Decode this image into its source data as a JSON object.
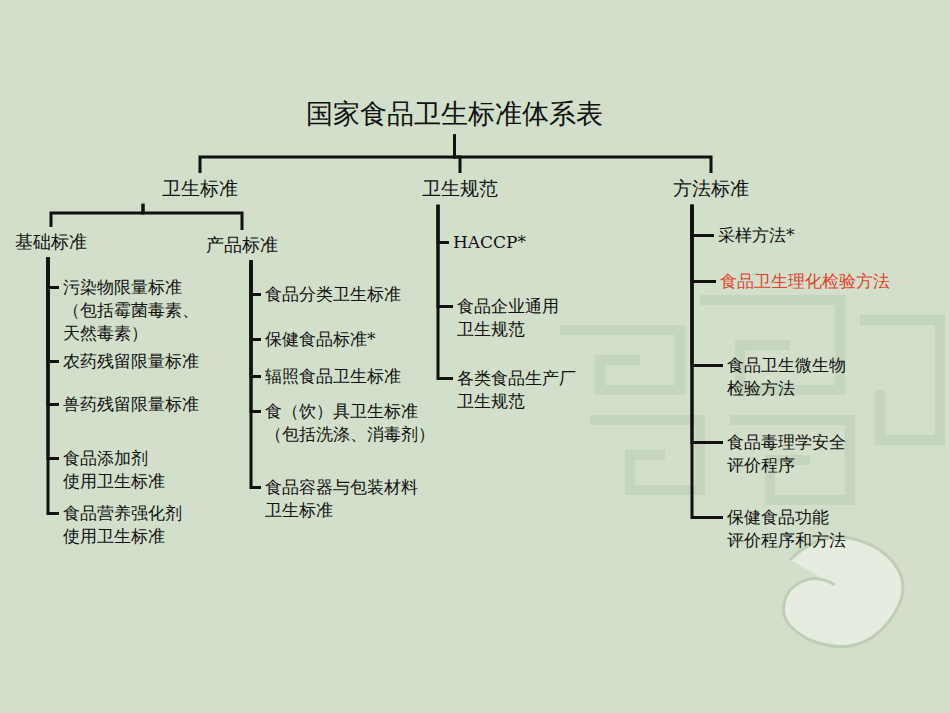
{
  "diagram": {
    "nodes": [
      {
        "text": [
          "国家食品卫生标准体系表"
        ]
      },
      {
        "text": [
          "卫生标准"
        ]
      },
      {
        "text": [
          "卫生规范"
        ]
      },
      {
        "text": [
          "方法标准"
        ]
      },
      {
        "text": [
          "基础标准"
        ]
      },
      {
        "text": [
          "产品标准"
        ]
      },
      {
        "text": [
          "污染物限量标准 （包括霉菌毒素、 天然毒素）"
        ]
      },
      {
        "text": [
          "农药残留限量标准"
        ]
      },
      {
        "text": [
          "兽药残留限量标准"
        ]
      },
      {
        "text": [
          "食品添加剂 使用卫生标准"
        ]
      },
      {
        "text": [
          "食品营养强化剂 使用卫生标准"
        ]
      },
      {
        "text": [
          "食品分类卫生标准"
        ]
      },
      {
        "text": [
          "保健食品标准*"
        ]
      },
      {
        "text": [
          "辐照食品卫生标准"
        ]
      },
      {
        "text": [
          "食（饮）具卫生标准 （包括洗涤、消毒剂）"
        ]
      },
      {
        "text": [
          "食品容器与包装材料 卫生标准"
        ]
      },
      {
        "text": [
          "HACCP*"
        ]
      },
      {
        "text": [
          "食品企业通用 卫生规范"
        ]
      },
      {
        "text": [
          "各类食品生产厂 卫生规范"
        ]
      },
      {
        "text": [
          "采样方法*"
        ]
      },
      {
        "text": [
          "食品卫生理化检验方法"
        ]
      },
      {
        "text": [
          "食品卫生微生物 检验方法"
        ]
      },
      {
        "text": [
          "食品毒理学安全 评价程序"
        ]
      },
      {
        "text": [
          "保健食品功能 评价程序和方法"
        ]
      }
    ],
    "edges": [
      {
        "from": 0,
        "to": 1,
        "arrow": "none"
      },
      {
        "from": 0,
        "to": 2,
        "arrow": "none"
      },
      {
        "from": 0,
        "to": 3,
        "arrow": "none"
      },
      {
        "from": 1,
        "to": 4,
        "arrow": "none"
      },
      {
        "from": 1,
        "to": 5,
        "arrow": "none"
      },
      {
        "from": 4,
        "to": 6,
        "arrow": "none"
      },
      {
        "from": 4,
        "to": 7,
        "arrow": "none"
      },
      {
        "from": 4,
        "to": 8,
        "arrow": "none"
      },
      {
        "from": 4,
        "to": 9,
        "arrow": "none"
      },
      {
        "from": 4,
        "to": 10,
        "arrow": "none"
      },
      {
        "from": 5,
        "to": 11,
        "arrow": "none"
      },
      {
        "from": 5,
        "to": 12,
        "arrow": "none"
      },
      {
        "from": 5,
        "to": 13,
        "arrow": "none"
      },
      {
        "from": 5,
        "to": 14,
        "arrow": "none"
      },
      {
        "from": 5,
        "to": 15,
        "arrow": "none"
      },
      {
        "from": 2,
        "to": 16,
        "arrow": "none"
      },
      {
        "from": 2,
        "to": 17,
        "arrow": "none"
      },
      {
        "from": 2,
        "to": 18,
        "arrow": "none"
      },
      {
        "from": 3,
        "to": 19,
        "arrow": "none"
      },
      {
        "from": 3,
        "to": 20,
        "arrow": "none"
      },
      {
        "from": 3,
        "to": 21,
        "arrow": "none"
      },
      {
        "from": 3,
        "to": 22,
        "arrow": "none"
      },
      {
        "from": 3,
        "to": 23,
        "arrow": "none"
      }
    ]
  }
}
